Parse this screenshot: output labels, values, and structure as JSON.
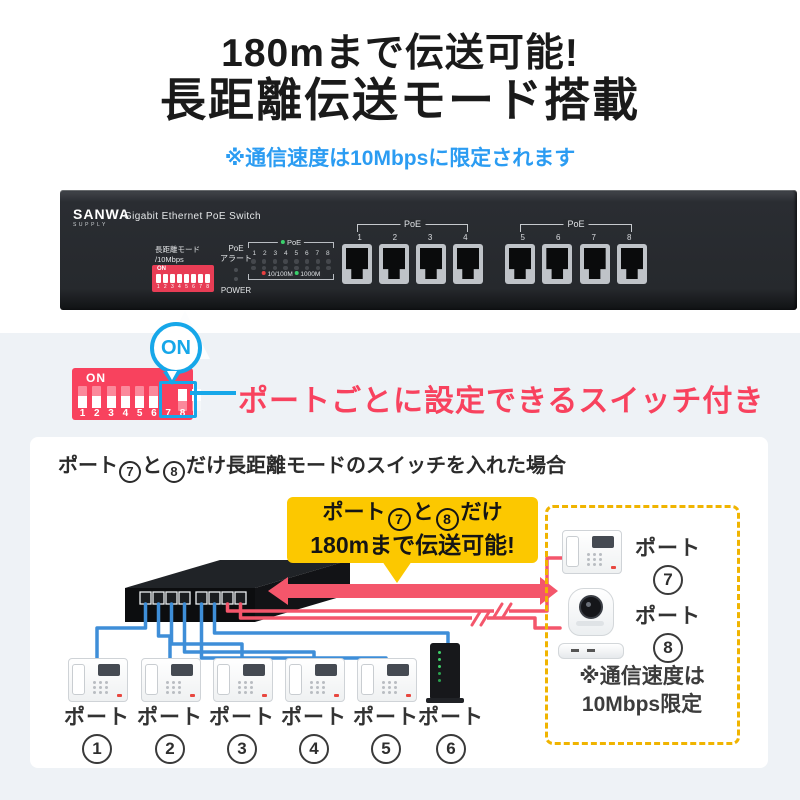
{
  "header": {
    "title_line1": "180mまで伝送可能!",
    "title_line2": "長距離伝送モード搭載",
    "subtitle": "※通信速度は10Mbpsに限定されます"
  },
  "photo": {
    "brand": "SANWA",
    "brand_sub": "SUPPLY",
    "product_name": "Gigabit Ethernet PoE Switch",
    "dip_label1": "長距離モード",
    "dip_label2": "/10Mbps",
    "dip_on": "ON",
    "dip_numbers": [
      "1",
      "2",
      "3",
      "4",
      "5",
      "6",
      "7",
      "8"
    ],
    "poe_alert1": "PoE",
    "poe_alert2": "アラート",
    "power": "POWER",
    "led_poe": "PoE",
    "led_numbers": [
      "1",
      "2",
      "3",
      "4",
      "5",
      "6",
      "7",
      "8"
    ],
    "led_speed1": "10/100M",
    "led_speed2": "1000M",
    "group1_label": "PoE",
    "group1_numbers": [
      "1",
      "2",
      "3",
      "4"
    ],
    "group2_label": "PoE",
    "group2_numbers": [
      "5",
      "6",
      "7",
      "8"
    ]
  },
  "callout": {
    "bubble_on": "ON",
    "dip_on": "ON",
    "dip_numbers": [
      "1",
      "2",
      "3",
      "4",
      "5",
      "6",
      "7",
      "8"
    ],
    "states": [
      "off",
      "off",
      "off",
      "off",
      "off",
      "off",
      "on",
      "on"
    ],
    "note": "ポートごとに設定できるスイッチ付き"
  },
  "card": {
    "heading": {
      "pre": "ポート",
      "n1": "7",
      "mid": "と",
      "n2": "8",
      "post": "だけ長距離モードのスイッチを入れた場合"
    },
    "bubble": {
      "l1pre": "ポート",
      "l1n1": "7",
      "l1mid": "と",
      "l1n2": "8",
      "l1post": "だけ",
      "line2": "180mまで伝送可能!"
    },
    "ports": [
      {
        "label": "ポート",
        "num": "1"
      },
      {
        "label": "ポート",
        "num": "2"
      },
      {
        "label": "ポート",
        "num": "3"
      },
      {
        "label": "ポート",
        "num": "4"
      },
      {
        "label": "ポート",
        "num": "5"
      },
      {
        "label": "ポート",
        "num": "6"
      }
    ],
    "right_ports": [
      {
        "label": "ポート",
        "num": "7"
      },
      {
        "label": "ポート",
        "num": "8"
      }
    ],
    "note_line1": "※通信速度は",
    "note_line2": "10Mbps限定"
  },
  "colors": {
    "accent_cyan": "#16a7e9",
    "dip_red": "#f8425e",
    "arrow_red": "#f4566b",
    "cable_blue": "#3e8ed8",
    "bubble_yellow": "#fcc800",
    "dashed_gold": "#f0b400",
    "subtitle_blue": "#2b9cf2",
    "band_bg": "#eef2f6"
  }
}
